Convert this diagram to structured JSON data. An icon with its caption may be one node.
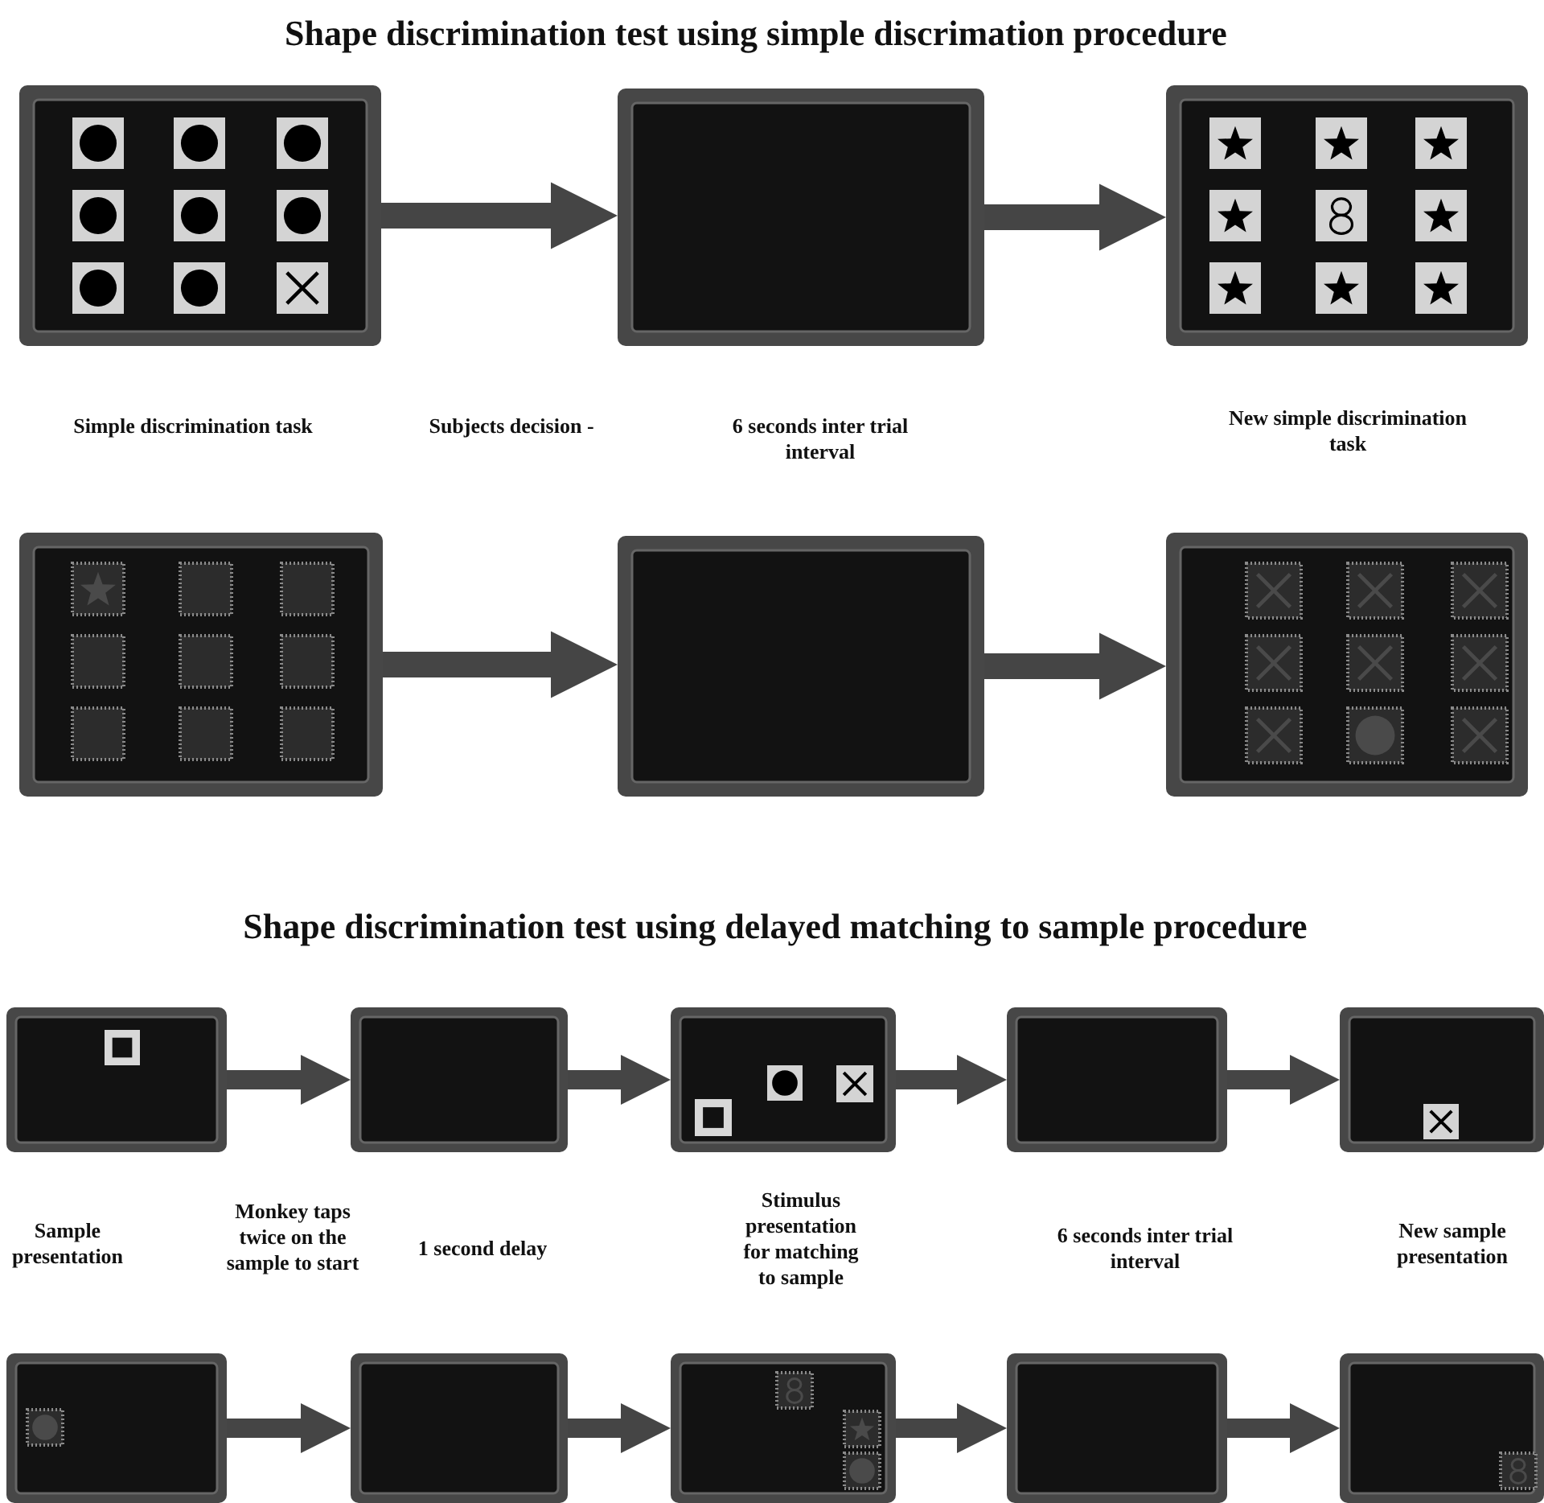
{
  "diagram": {
    "title": "Shape discrimination test using simple discrimation procedure",
    "nodes": [
      {
        "text": [],
        "shape": "picture"
      },
      {
        "text": [],
        "shape": "picture"
      },
      {
        "text": [],
        "shape": "picture"
      },
      {
        "text": [],
        "shape": "picture"
      },
      {
        "text": [],
        "shape": "picture"
      },
      {
        "text": [],
        "shape": "picture"
      },
      {
        "text": [],
        "shape": "picture"
      },
      {
        "text": [],
        "shape": "picture"
      },
      {
        "text": [],
        "shape": "picture"
      },
      {
        "text": [],
        "shape": "picture"
      },
      {
        "text": [],
        "shape": "picture"
      },
      {
        "text": [],
        "shape": "picture"
      },
      {
        "text": [],
        "shape": "picture"
      },
      {
        "text": [],
        "shape": "picture"
      },
      {
        "text": [],
        "shape": "picture"
      },
      {
        "text": [],
        "shape": "picture"
      }
    ],
    "edges": [
      {
        "from": 0,
        "to": 1,
        "arrow": "to"
      },
      {
        "from": 1,
        "to": 2,
        "arrow": "to"
      },
      {
        "from": 3,
        "to": 4,
        "arrow": "to"
      },
      {
        "from": 4,
        "to": 5,
        "arrow": "to"
      },
      {
        "from": 6,
        "to": 7,
        "arrow": "to"
      },
      {
        "from": 7,
        "to": 8,
        "arrow": "to"
      },
      {
        "from": 8,
        "to": 9,
        "arrow": "to"
      },
      {
        "from": 9,
        "to": 10,
        "arrow": "to"
      },
      {
        "from": 11,
        "to": 12,
        "arrow": "to"
      },
      {
        "from": 12,
        "to": 13,
        "arrow": "to"
      },
      {
        "from": 13,
        "to": 14,
        "arrow": "to"
      },
      {
        "from": 14,
        "to": 15,
        "arrow": "to"
      }
    ],
    "labels": [
      "Simple discrimination task",
      "Subjects decision -",
      "6 seconds inter trial interval",
      "New simple discrimination task",
      "Shape discrimination test using delayed matching to sample procedure",
      "Sample presentation",
      "Monkey taps twice on the sample to start",
      "1 second delay",
      "Stimulus presentation for matching to sample",
      "6 seconds inter trial interval",
      "New sample presentation"
    ]
  }
}
